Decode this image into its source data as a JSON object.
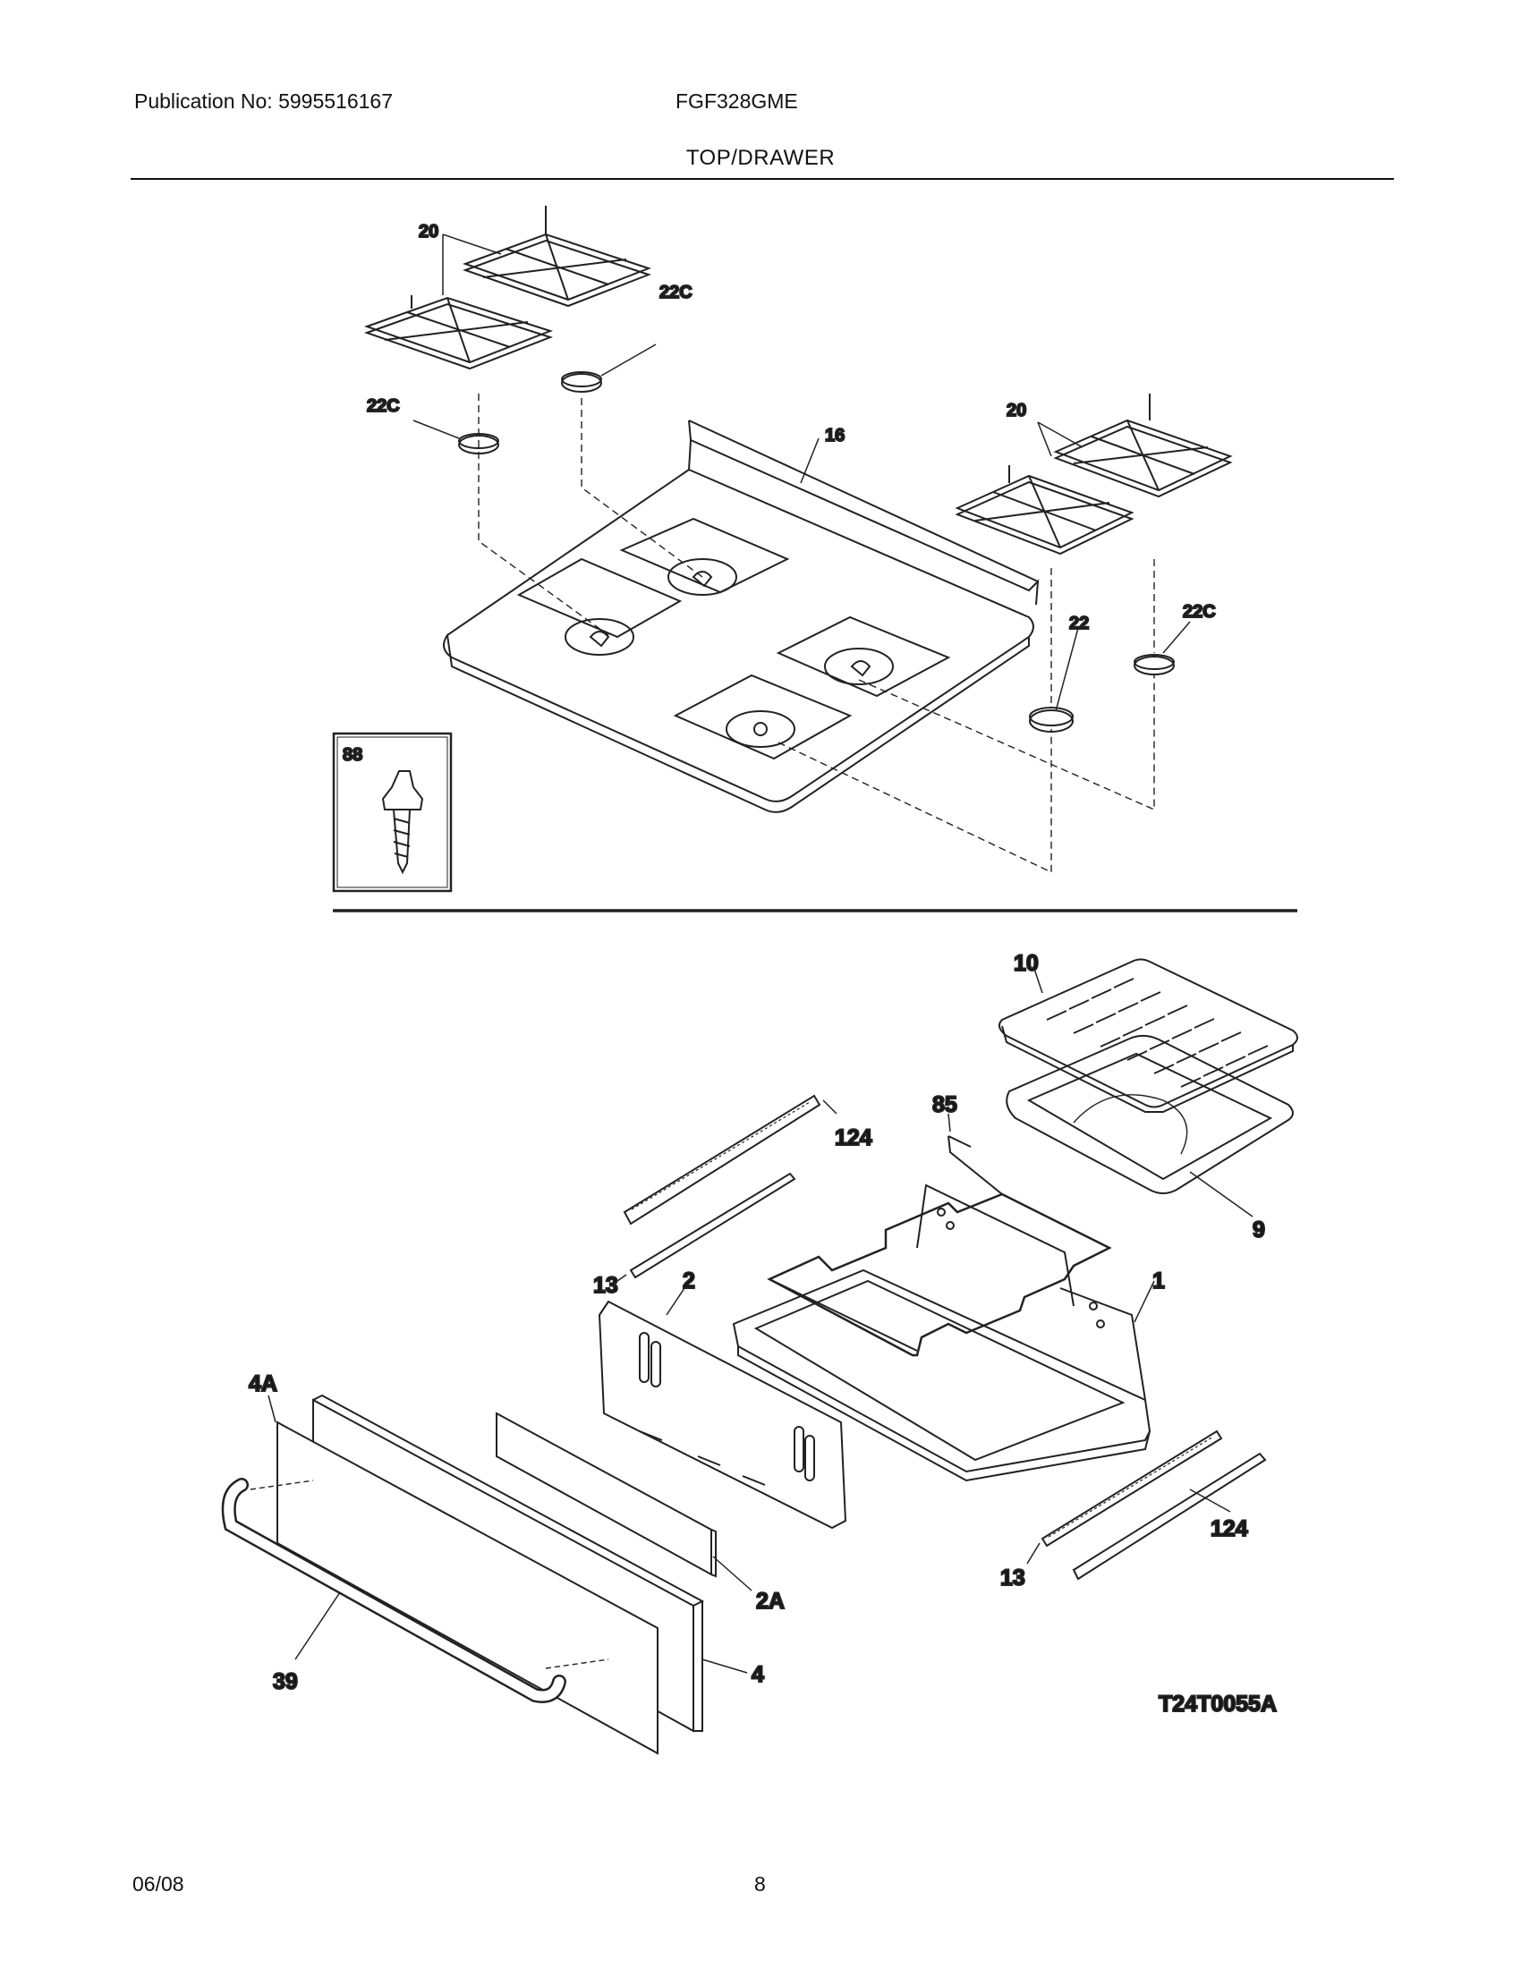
{
  "header": {
    "publication": "Publication No: 5995516167",
    "model": "FGF328GME",
    "section": "TOP/DRAWER"
  },
  "footer": {
    "date": "06/08",
    "page": "8"
  },
  "diagram": {
    "figure_code": "T24T0055A",
    "callouts": {
      "grate_left": "20",
      "grate_right": "20",
      "cap_left_upper": "22C",
      "cap_left_lower": "22C",
      "cooktop": "16",
      "cap_22": "22",
      "cap_right": "22C",
      "screw": "88",
      "broiler_grid": "10",
      "broiler_pan": "9",
      "rack": "85",
      "slide_left": "124",
      "rail_left": "13",
      "drawer_back": "2",
      "drawer_body": "1",
      "drawer_front_panel": "4A",
      "drawer_insert": "2A",
      "handle": "39",
      "drawer_front": "4",
      "slide_right": "124",
      "rail_right": "13"
    }
  }
}
